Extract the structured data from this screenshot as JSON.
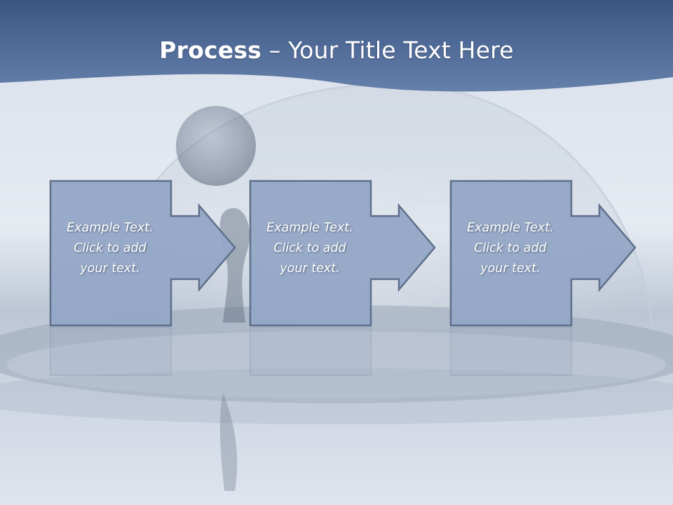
{
  "slide": {
    "title_bold": "Process",
    "title_rest": " – Your Title Text Here",
    "colors": {
      "header": "#506c98",
      "box_fill": "#93a6c6",
      "box_stroke": "#5e6f8a",
      "text": "#ffffff"
    }
  },
  "steps": [
    {
      "text": "Example Text.\nClick  to add\nyour text."
    },
    {
      "text": "Example Text.\nClick  to add\nyour text."
    },
    {
      "text": "Example Text.\nClick  to add\nyour text."
    }
  ]
}
